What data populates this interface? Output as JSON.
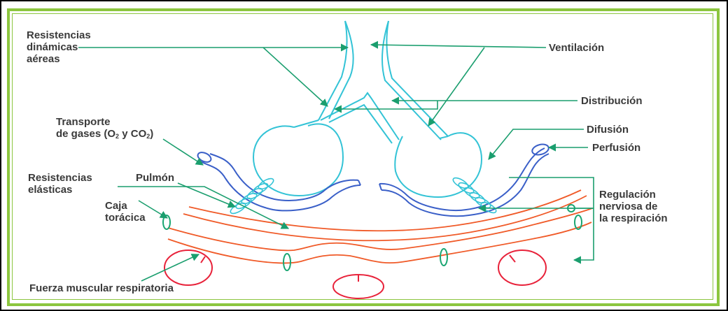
{
  "labels": {
    "resistencias_dinamicas": [
      "Resistencias",
      "dinámicas",
      "aéreas"
    ],
    "ventilacion": "Ventilación",
    "distribucion": "Distribución",
    "transporte": {
      "line1": "Transporte",
      "pre": "de gases (O",
      "sub1": "2",
      "mid": " y CO",
      "sub2": "2",
      "post": ")"
    },
    "difusion": "Difusión",
    "perfusion": "Perfusión",
    "resistencias_elasticas": [
      "Resistencias",
      "elásticas"
    ],
    "pulmon": "Pulmón",
    "caja_toracica": [
      "Caja",
      "torácica"
    ],
    "regulacion": [
      "Regulación",
      "nerviosa de",
      "la respiración"
    ],
    "fuerza_muscular": "Fuerza muscular respiratoria"
  },
  "colors": {
    "airway": "#33c3d6",
    "vessels": "#3a5fc8",
    "thorax": "#f05a28",
    "muscles": "#e8223a",
    "pointers": "#1a9e6e",
    "frame": "#8cc63f",
    "text": "#3a3a3a"
  }
}
